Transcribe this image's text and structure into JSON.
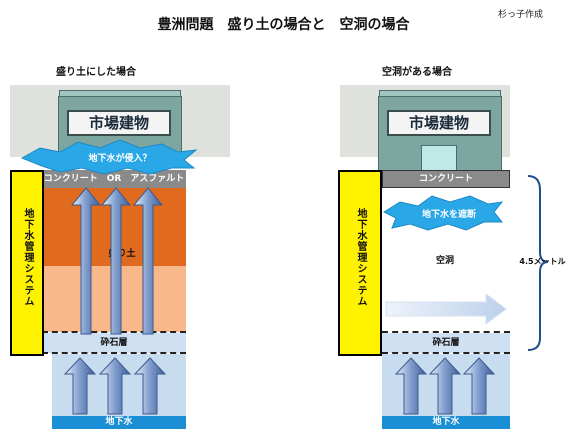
{
  "title": "豊洲問題　盛り土の場合と　空洞の場合",
  "credit": "杉っ子作成",
  "left": {
    "heading": "盛り土にした場合",
    "building": "市場建物",
    "burst": "地下水が侵入？",
    "surface": "コンクリート　OR　アスファルト",
    "fill": "盛り土",
    "gravel": "砕石層",
    "system": "地下水管理システム",
    "groundwater": "地下水"
  },
  "right": {
    "heading": "空洞がある場合",
    "building": "市場建物",
    "surface": "コンクリート",
    "burst": "地下水を遮断",
    "cavity": "空洞",
    "gravel": "砕石層",
    "system": "地下水管理システム",
    "groundwater": "地下水",
    "height": "4.5メートル"
  },
  "colors": {
    "fill_dark": "#e06a1e",
    "fill_light": "#f8b88a",
    "gravel": "#cfe0f2",
    "groundwater_bar": "#1a8fd6",
    "arrow": "#4d6fa8",
    "system": "#fff200"
  }
}
